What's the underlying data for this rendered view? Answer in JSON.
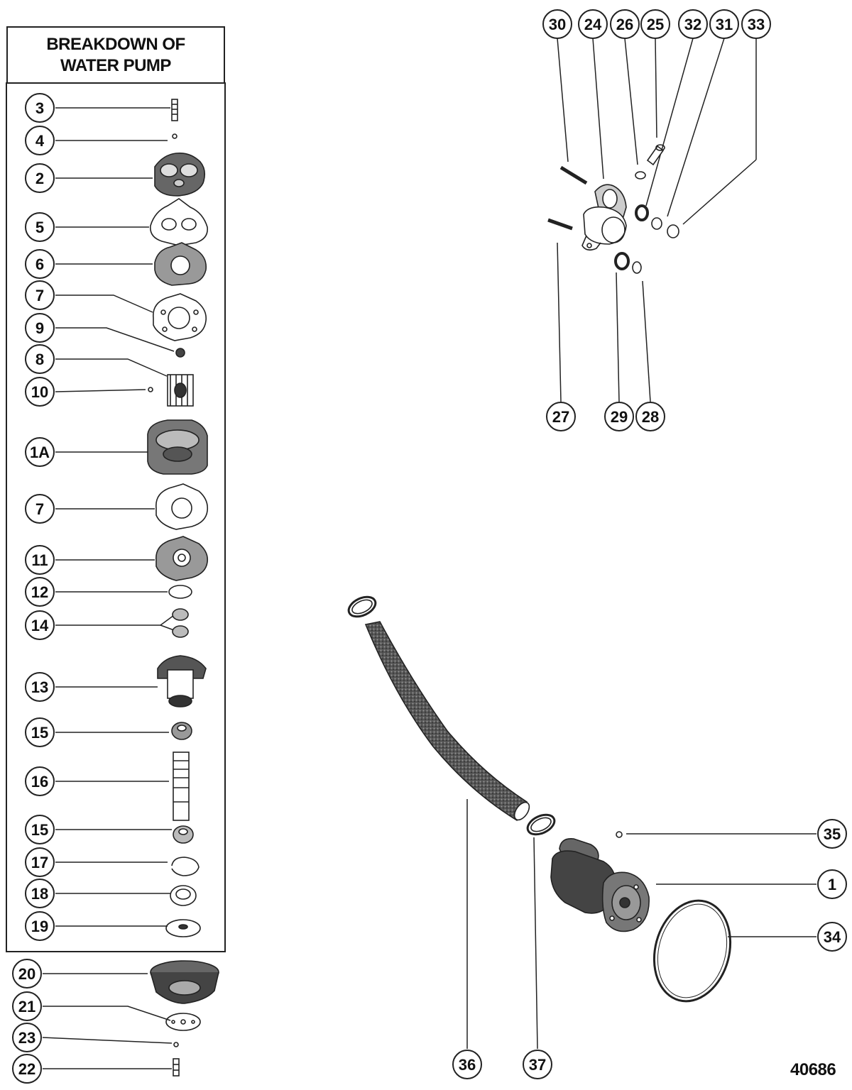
{
  "title": {
    "line1": "BREAKDOWN OF",
    "line2": "WATER PUMP"
  },
  "figure_number": "40686",
  "callouts": {
    "left": [
      "3",
      "4",
      "2",
      "5",
      "6",
      "7",
      "9",
      "8",
      "10",
      "1A",
      "7",
      "11",
      "12",
      "14",
      "13",
      "15",
      "16",
      "15",
      "17",
      "18",
      "19",
      "20",
      "21",
      "23",
      "22"
    ],
    "top": [
      "30",
      "24",
      "26",
      "25",
      "32",
      "31",
      "33",
      "27",
      "29",
      "28"
    ],
    "bottom": [
      "35",
      "1",
      "34",
      "36",
      "37"
    ]
  }
}
